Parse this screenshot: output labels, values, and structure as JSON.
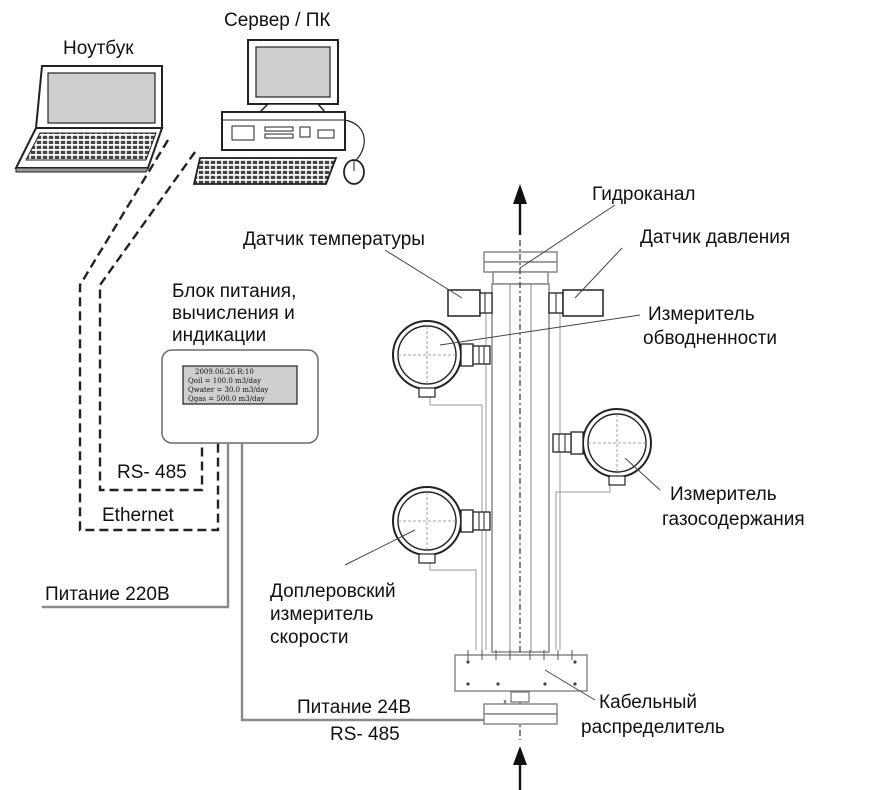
{
  "labels": {
    "laptop": "Ноутбук",
    "server": "Сервер / ПК",
    "hydrochannel": "Гидроканал",
    "temp_sensor": "Датчик температуры",
    "pressure_sensor": "Датчик давления",
    "power_unit_1": "Блок питания,",
    "power_unit_2": "вычисления и",
    "power_unit_3": "индикации",
    "water_meter_1": "Измеритель",
    "water_meter_2": "обводненности",
    "gas_meter_1": "Измеритель",
    "gas_meter_2": "газосодержания",
    "rs485_top": "RS- 485",
    "ethernet": "Ethernet",
    "power220": "Питание 220В",
    "doppler_1": "Доплеровский",
    "doppler_2": "измеритель",
    "doppler_3": "скорости",
    "power24": "Питание 24В",
    "rs485_bottom": "RS- 485",
    "cable_dist_1": "Кабельный",
    "cable_dist_2": "распределитель"
  },
  "display": {
    "line1": "2009.06.26    R:10",
    "line2": "Qoil    = 100.0 m3/day",
    "line3": "Qwater  = 30.0 m3/day",
    "line4": "Qgas    = 500.0 m3/day"
  },
  "colors": {
    "line": "#222222",
    "cable": "#8a8a8a",
    "screen": "#cfcfcf",
    "box_border": "#6a6a6a"
  }
}
